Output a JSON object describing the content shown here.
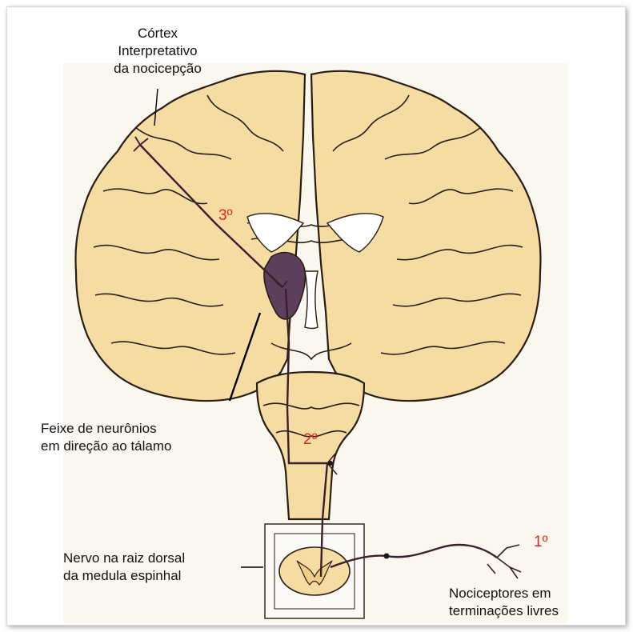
{
  "labels": {
    "cortex": [
      "Córtex",
      "Interpretativo",
      "da nocicepção"
    ],
    "tract": [
      "Feixe de neurônios",
      "em direção ao tálamo"
    ],
    "dorsal_root": [
      "Nervo na raiz dorsal",
      "da medula espinhal"
    ],
    "nociceptors": [
      "Nociceptores em",
      "terminações livres"
    ]
  },
  "orders": {
    "first": "1º",
    "second": "2º",
    "third": "3º"
  },
  "colors": {
    "brain_fill": "#f4dca2",
    "brain_stroke": "#2a1e14",
    "pathway": "#3a1f2c",
    "thalamus": "#5c3f5a",
    "order_text": "#e8231a",
    "label_text": "#111111"
  }
}
